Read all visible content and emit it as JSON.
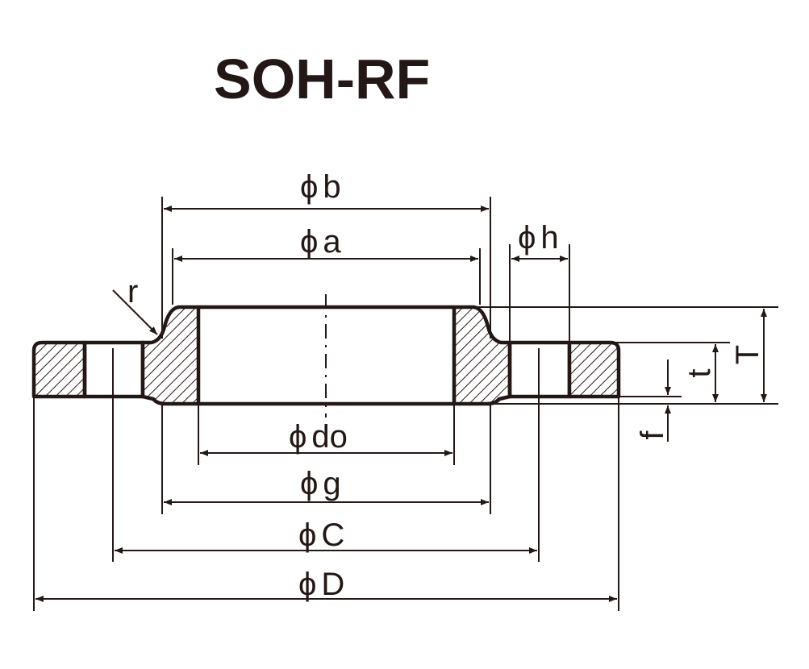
{
  "title": "SOH-RF",
  "dimensions": {
    "b": "b",
    "a": "a",
    "h": "h",
    "r": "r",
    "do": "do",
    "g": "g",
    "C": "C",
    "D": "D",
    "T": "T",
    "t": "t",
    "f": "f"
  },
  "diameter_symbol": "ϕ",
  "colors": {
    "line": "#231815",
    "background": "#ffffff"
  }
}
